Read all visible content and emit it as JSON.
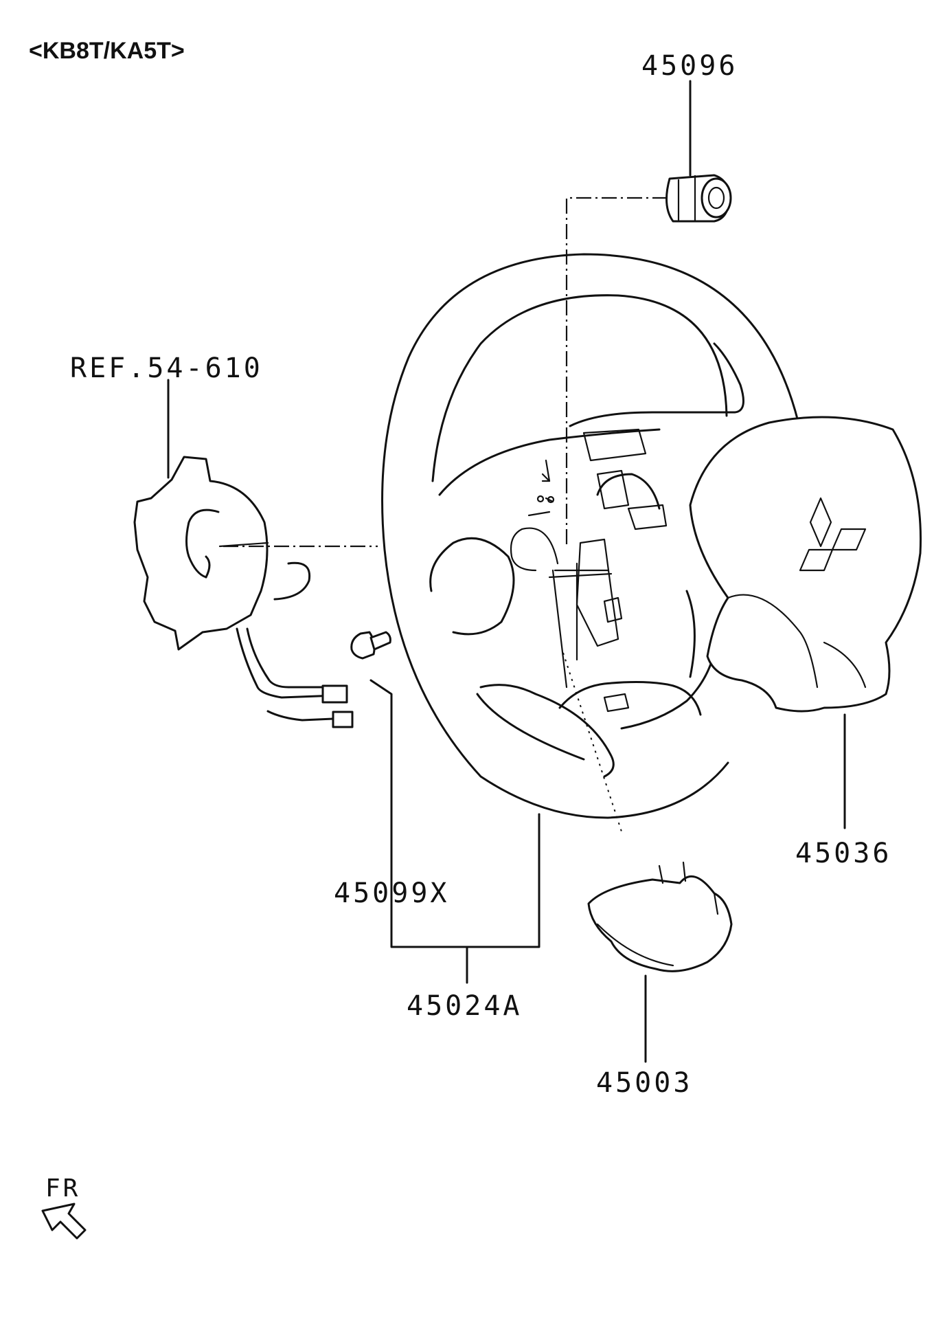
{
  "model_code": "<KB8T/KA5T>",
  "callouts": {
    "nut": "45096",
    "clock_spring_ref": "REF.54-610",
    "bolt": "45099X",
    "steering_wheel_assy": "45024A",
    "airbag_module": "45036",
    "lower_cover": "45003"
  },
  "direction": {
    "label": "FR",
    "arrow_icon": "front-direction-arrow"
  },
  "colors": {
    "line": "#111111",
    "background": "#ffffff"
  }
}
